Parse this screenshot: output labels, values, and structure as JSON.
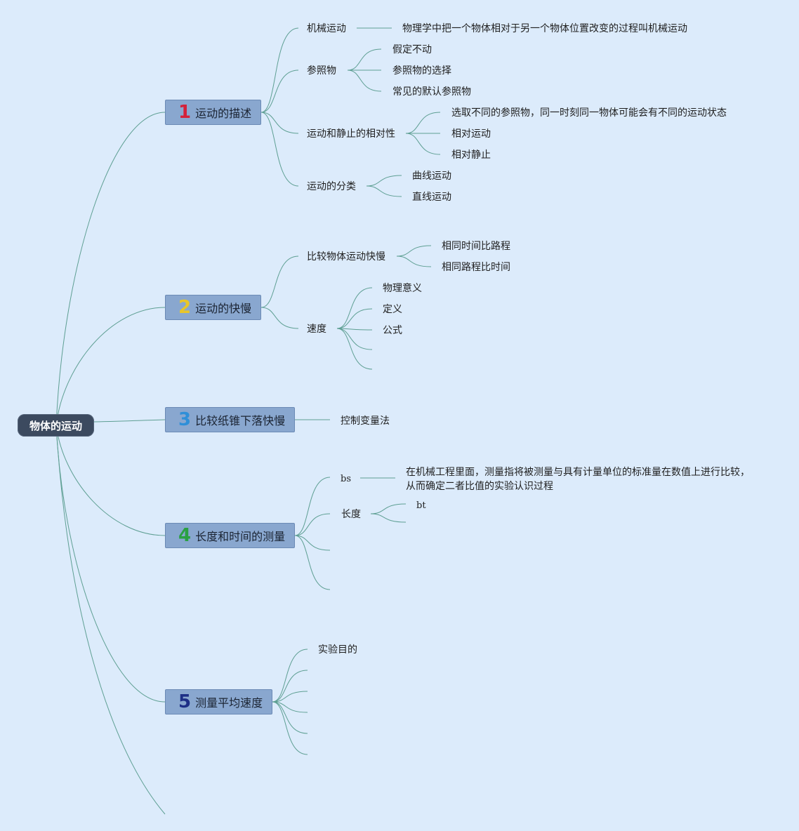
{
  "root": {
    "label": "物体的运动"
  },
  "topics": [
    {
      "number": "1",
      "label": "运动的描述",
      "number_color": "#d4213a",
      "children": [
        {
          "label": "机械运动",
          "detail": "物理学中把一个物体相对于另一个物体位置改变的过程叫机械运动"
        },
        {
          "label": "参照物",
          "children": [
            "假定不动",
            "参照物的选择",
            "常见的默认参照物"
          ]
        },
        {
          "label": "运动和静止的相对性",
          "children": [
            "选取不同的参照物，同一时刻同一物体可能会有不同的运动状态",
            "相对运动",
            "相对静止"
          ]
        },
        {
          "label": "运动的分类",
          "children": [
            "曲线运动",
            "直线运动"
          ]
        }
      ]
    },
    {
      "number": "2",
      "label": "运动的快慢",
      "number_color": "#e8c62a",
      "children": [
        {
          "label": "比较物体运动快慢",
          "children": [
            "相同时间比路程",
            "相同路程比时间"
          ]
        },
        {
          "label": "速度",
          "children": [
            "物理意义",
            "定义",
            "公式",
            "",
            ""
          ]
        }
      ]
    },
    {
      "number": "3",
      "label": "比较纸锥下落快慢",
      "number_color": "#2f8fd8",
      "children": [
        {
          "label": "控制变量法"
        }
      ]
    },
    {
      "number": "4",
      "label": "长度和时间的测量",
      "number_color": "#2aa043",
      "children": [
        {
          "label": "bs",
          "detail": "在机械工程里面，测量指将被测量与具有计量单位的标准量在数值上进行比较，从而确定二者比值的实验认识过程"
        },
        {
          "label": "长度",
          "children": [
            "bt",
            ""
          ]
        },
        {
          "label": ""
        },
        {
          "label": ""
        }
      ]
    },
    {
      "number": "5",
      "label": "测量平均速度",
      "number_color": "#1e2f86",
      "children": [
        {
          "label": "实验目的"
        },
        {
          "label": ""
        },
        {
          "label": ""
        },
        {
          "label": ""
        },
        {
          "label": ""
        },
        {
          "label": ""
        }
      ]
    }
  ],
  "colors": {
    "background": "#dcebfb",
    "connector": "#5e9f93",
    "topic_fill": "#89a7cf",
    "root_fill": "#3c4a5f"
  }
}
